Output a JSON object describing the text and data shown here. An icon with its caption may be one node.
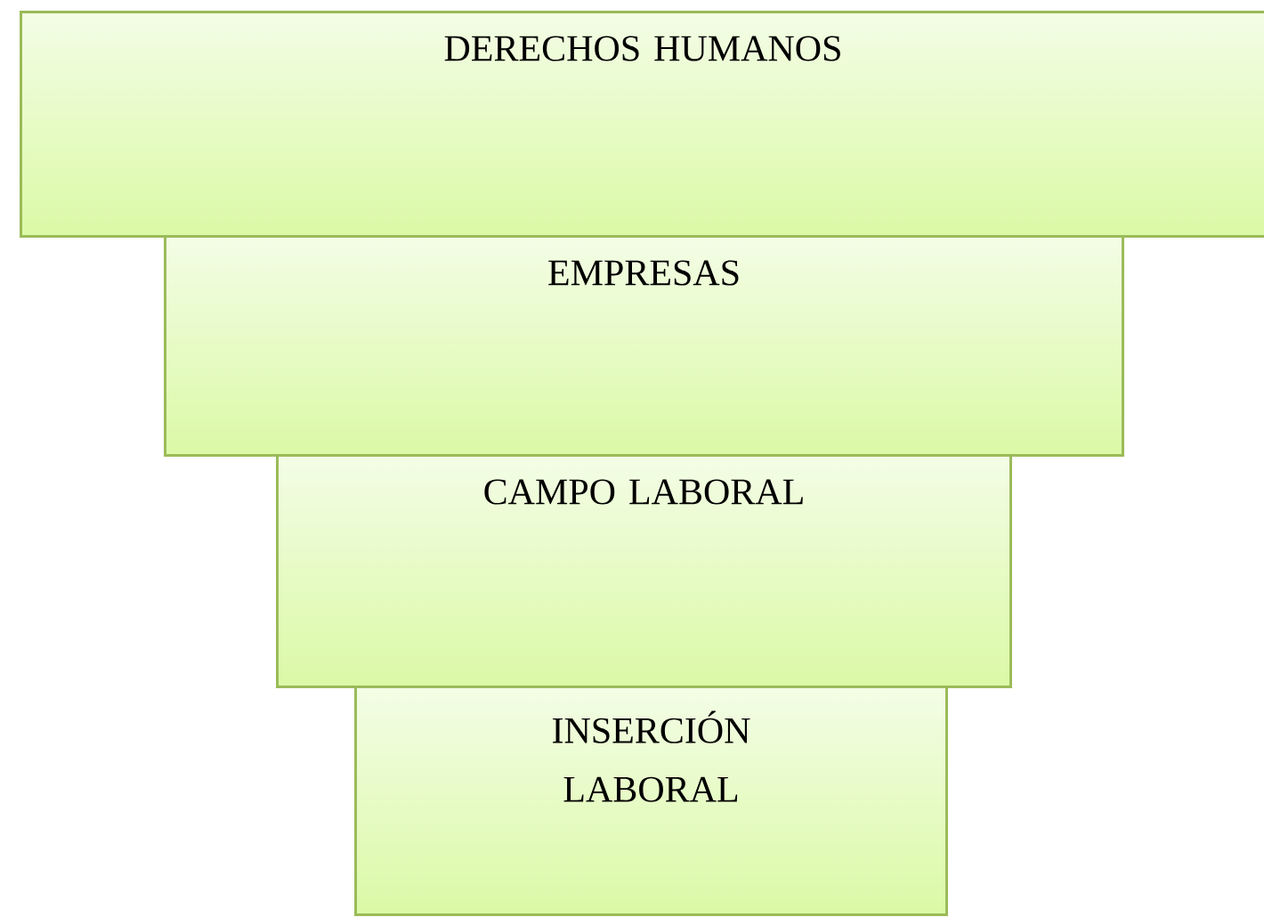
{
  "diagram": {
    "nodes": [
      {
        "text": [
          "DERECHOS HUMANOS"
        ]
      },
      {
        "text": [
          "EMPRESAS"
        ]
      },
      {
        "text": [
          "CAMPO LABORAL"
        ]
      },
      {
        "text": [
          "INSERCIÓN LABORAL"
        ]
      }
    ]
  }
}
